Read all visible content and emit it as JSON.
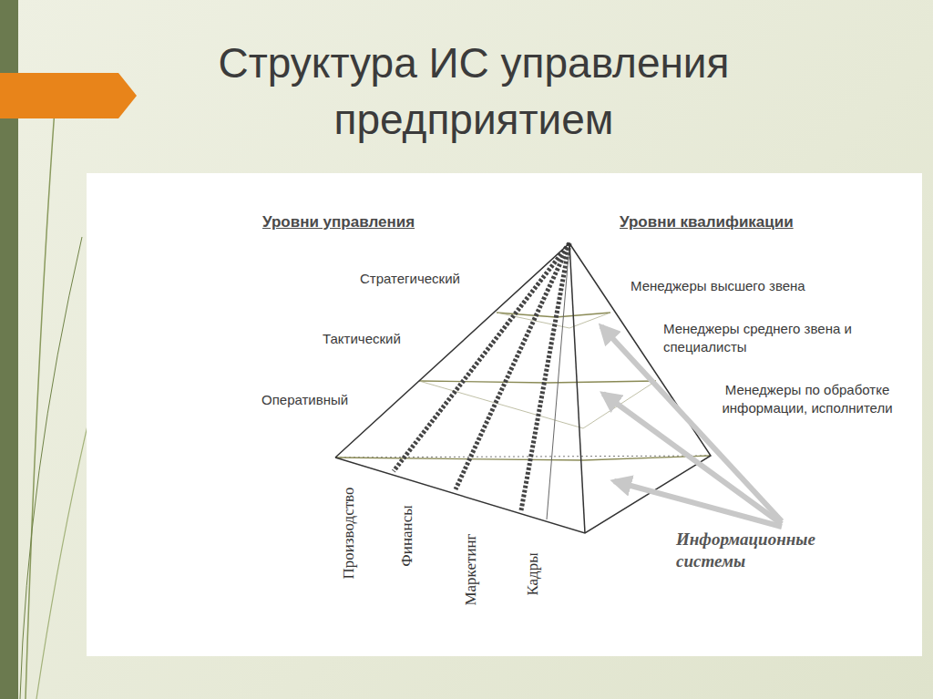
{
  "diagram": {
    "title": "Структура ИС управления предприятием",
    "labels": [
      "Уровни управления",
      "Стратегический",
      "Тактический",
      "Оперативный",
      "Уровни квалификации",
      "Менеджеры высшего звена",
      "Менеджеры среднего звена и специалисты",
      "Менеджеры по обработке информации, исполнители",
      "Производство",
      "Финансы",
      "Маркетинг",
      "Кадры",
      "Информационные системы"
    ]
  }
}
